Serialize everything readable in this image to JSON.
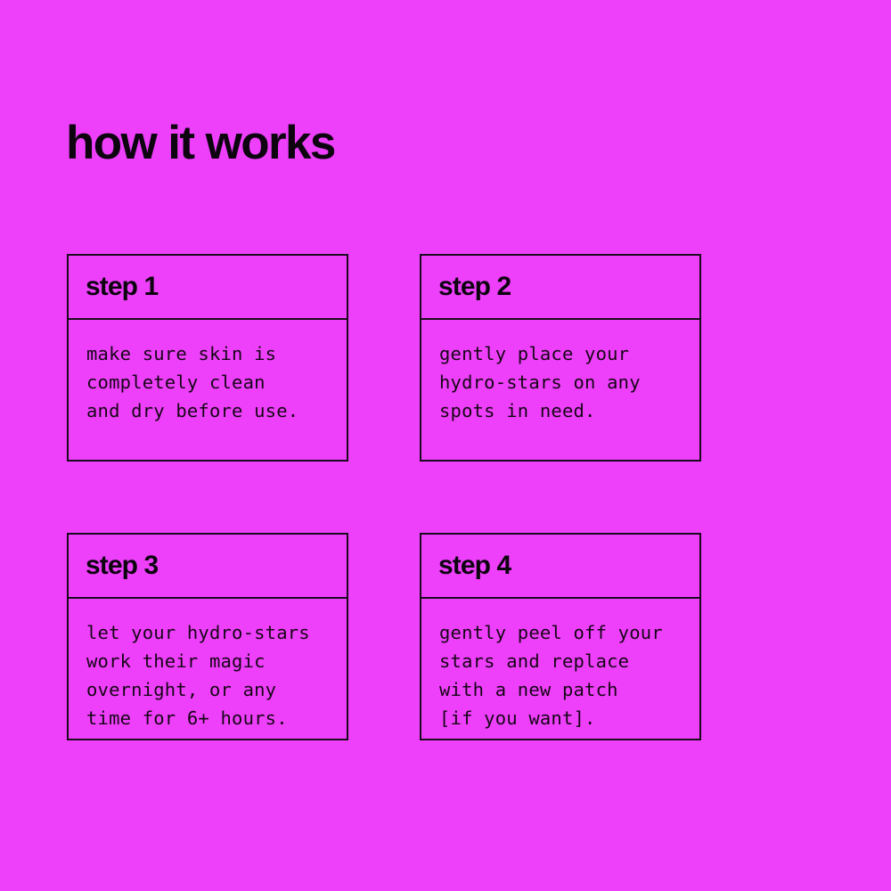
{
  "theme": {
    "background_color": "#ee40fb",
    "ink_color": "#0d0410",
    "border_color": "#1a0a1e",
    "body_text_color": "#160615"
  },
  "header": {
    "title": "how it works"
  },
  "steps": [
    {
      "label": "step 1",
      "body": "make sure skin is\ncompletely clean\nand dry before use."
    },
    {
      "label": "step 2",
      "body": "gently place your\nhydro-stars on any\nspots in need."
    },
    {
      "label": "step 3",
      "body": "let your hydro-stars\nwork their magic\novernight, or any\ntime for 6+ hours."
    },
    {
      "label": "step 4",
      "body": "gently peel off your\nstars and replace\nwith a new patch\n[if you want]."
    }
  ]
}
